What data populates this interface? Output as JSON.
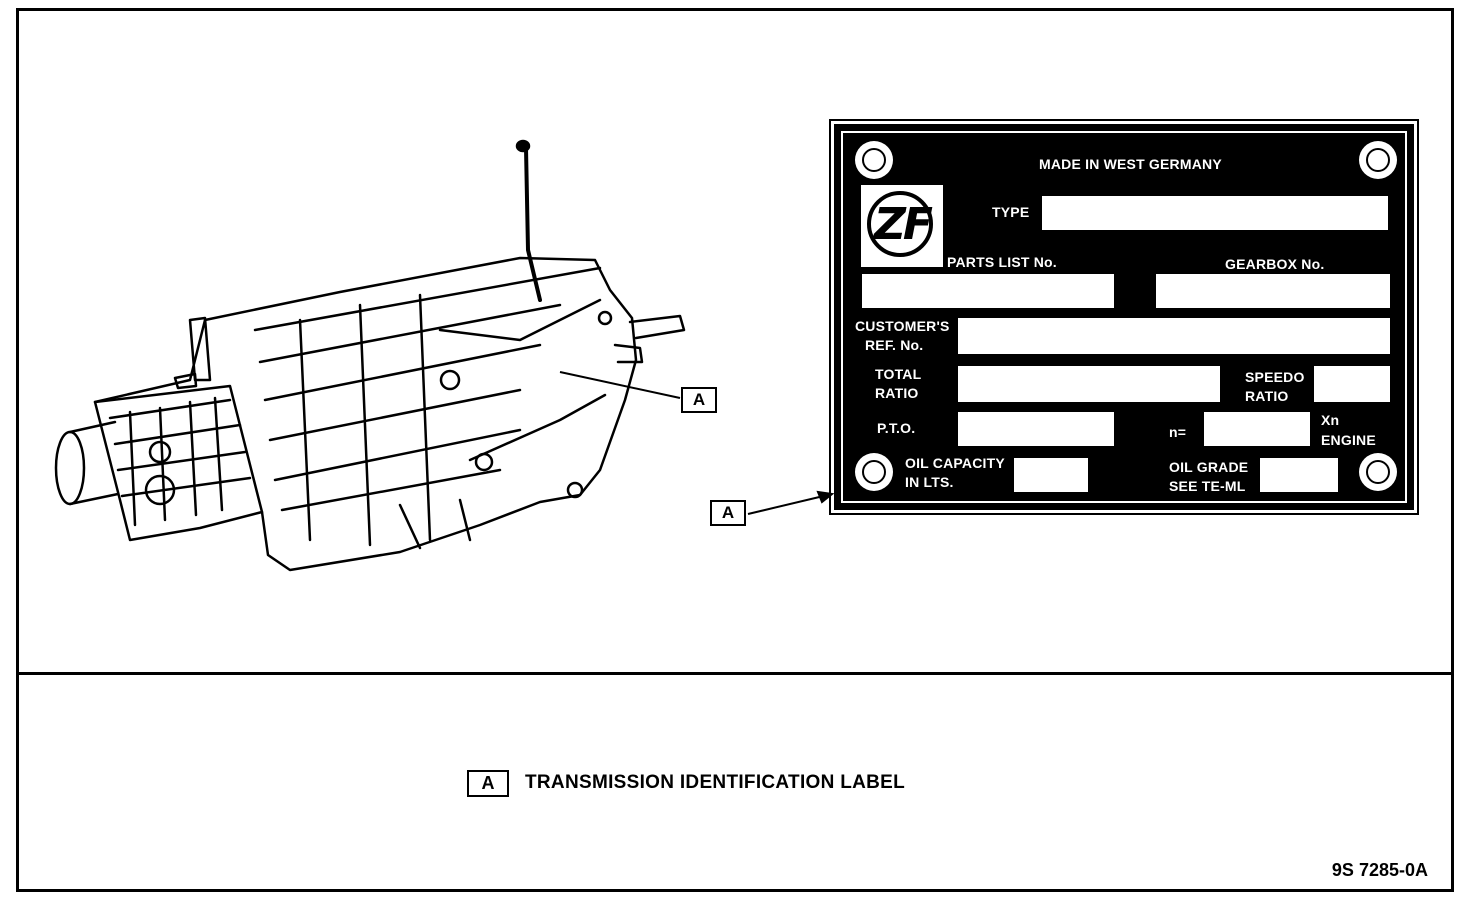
{
  "plate": {
    "header": "MADE IN WEST GERMANY",
    "logo": "ZF",
    "type_label": "TYPE",
    "parts_list_label": "PARTS LIST No.",
    "gearbox_label": "GEARBOX No.",
    "customers_label_1": "CUSTOMER'S",
    "customers_label_2": "REF. No.",
    "total_label_1": "TOTAL",
    "total_label_2": "RATIO",
    "speedo_label_1": "SPEEDO",
    "speedo_label_2": "RATIO",
    "pto_label": "P.T.O.",
    "n_label": "n=",
    "xn_label": "Xn",
    "engine_label": "ENGINE",
    "oil_capacity_1": "OIL CAPACITY",
    "oil_capacity_2": "IN LTS.",
    "oil_grade_1": "OIL GRADE",
    "oil_grade_2": "SEE TE-ML"
  },
  "callouts": {
    "transmission": "A",
    "plate": "A"
  },
  "legend": {
    "key": "A",
    "text": "TRANSMISSION IDENTIFICATION LABEL"
  },
  "figure_number": "9S 7285-0A"
}
